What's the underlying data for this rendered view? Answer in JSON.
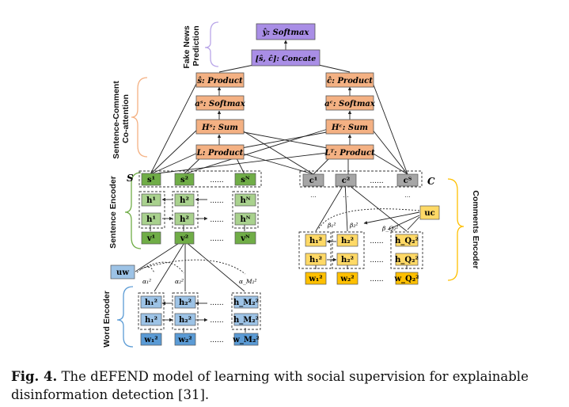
{
  "side_labels": {
    "fake_news_prediction": [
      "Fake News",
      "Prediction"
    ],
    "co_attention": [
      "Sentence-Comment",
      "Co-attention"
    ],
    "sentence_encoder": "Sentence Encoder",
    "word_encoder": "Word Encoder",
    "comments_encoder": "Comments Encoder"
  },
  "top": {
    "softmax": "ŷ: Softmax",
    "concate": "[ŝ, ĉ]: Concate"
  },
  "coattention_left": {
    "product": "ŝ: Product",
    "softmax": "aˢ: Softmax",
    "sum": "Hˢ: Sum",
    "lproduct": "L: Product"
  },
  "coattention_right": {
    "product": "ĉ: Product",
    "softmax": "aᶜ: Softmax",
    "sum": "Hᶜ: Sum",
    "lproduct": "Lᵀ: Product"
  },
  "group_letters": {
    "S": "S",
    "C": "C"
  },
  "sentence_nodes": {
    "s": [
      "s¹",
      "s²",
      "sᴺ"
    ],
    "h_back": [
      "h¹",
      "h²",
      "hᴺ"
    ],
    "h_fwd": [
      "h¹",
      "h²",
      "hᴺ"
    ],
    "v": [
      "v¹",
      "v²",
      "vᴺ"
    ],
    "dots": "......"
  },
  "comment_nodes": {
    "c": [
      "c¹",
      "c²",
      "cᵀ"
    ],
    "h_back": [
      "h₁²",
      "h₂²",
      "h_Q₂²"
    ],
    "h_fwd": [
      "h₁²",
      "h₂²",
      "h_Q₂²"
    ],
    "w": [
      "w₁²",
      "w₂²",
      "w_Q₂²"
    ],
    "uc": "uc",
    "betas": [
      "β₁²",
      "β₂²",
      "β_Q₂²"
    ],
    "dots": "......",
    "vdots": "..."
  },
  "word_nodes": {
    "uw": "uw",
    "h_back": [
      "h₁²",
      "h₂²",
      "h_M₂²"
    ],
    "h_fwd": [
      "h₁²",
      "h₂²",
      "h_M₂²"
    ],
    "w": [
      "w₁²",
      "w₂²",
      "w_M₂²"
    ],
    "alphas": [
      "α₁²",
      "α₂²",
      "α_M₂²"
    ],
    "dots": "......"
  },
  "caption": {
    "label": "Fig. 4.",
    "text": " The dEFEND model of learning with social supervision for explainable disinformation detection [31]."
  },
  "colors": {
    "purple": "#a98ee6",
    "orange": "#f4b183",
    "dark_green": "#70ad47",
    "light_green": "#a9d18e",
    "gray": "#a6a6a6",
    "yellow": "#ffd966",
    "gold": "#ffc000",
    "light_blue": "#9dc3e6",
    "blue": "#5b9bd5",
    "bracket_purple": "#b9a6e8",
    "bracket_orange": "#f4b183",
    "bracket_green": "#70ad47",
    "bracket_blue": "#5b9bd5",
    "bracket_gold": "#ffc000"
  }
}
